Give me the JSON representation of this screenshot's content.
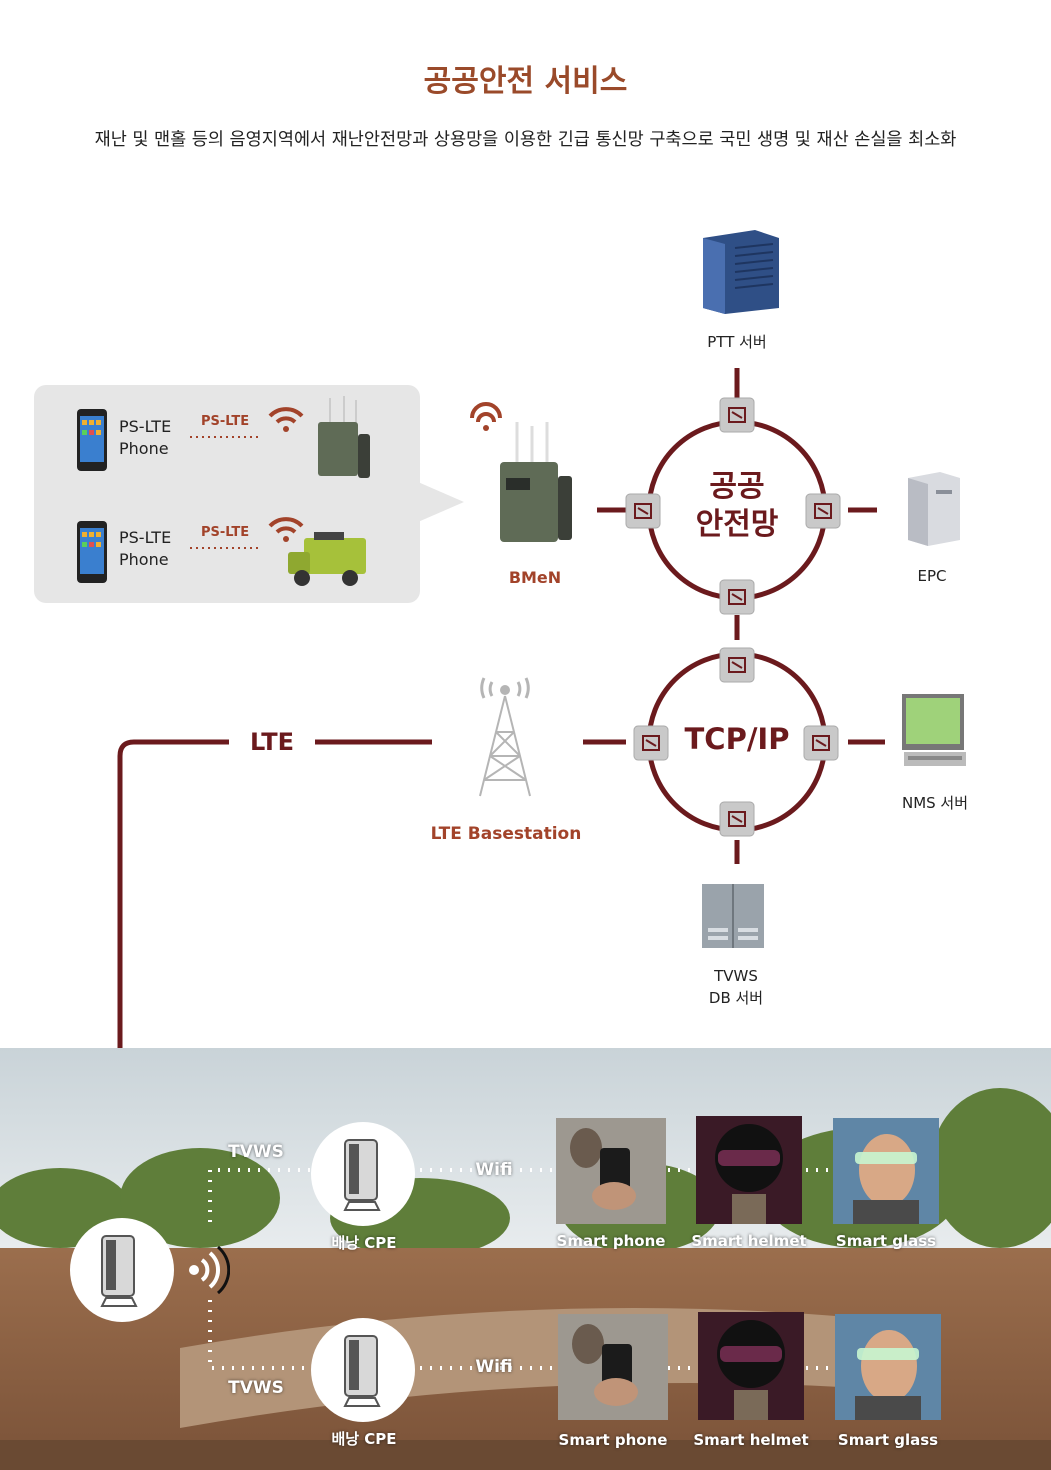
{
  "title": "공공안전 서비스",
  "subtitle": "재난 및 맨홀 등의 음영지역에서 재난안전망과 상용망을 이용한 긴급 통신망 구축으로 국민 생명 및 재산 손실을 최소화",
  "ptt_server": "PTT 서버",
  "epc": "EPC",
  "bmen": "BMeN",
  "ring_top_line1": "공공",
  "ring_top_line2": "안전망",
  "ring_bottom": "TCP/IP",
  "nms_server": "NMS 서버",
  "tvws_db_line1": "TVWS",
  "tvws_db_line2": "DB 서버",
  "lte": "LTE",
  "lte_basestation": "LTE Basestation",
  "panel": {
    "rows": [
      {
        "phone_line1": "PS-LTE",
        "phone_line2": "Phone",
        "link": "PS-LTE"
      },
      {
        "phone_line1": "PS-LTE",
        "phone_line2": "Phone",
        "link": "PS-LTE"
      }
    ]
  },
  "field": {
    "rows": [
      {
        "tvws": "TVWS",
        "cpe": "배낭 CPE",
        "wifi": "Wifi",
        "devices": [
          "Smart phone",
          "Smart helmet",
          "Smart glass"
        ]
      },
      {
        "tvws": "TVWS",
        "cpe": "배낭 CPE",
        "wifi": "Wifi",
        "devices": [
          "Smart phone",
          "Smart helmet",
          "Smart glass"
        ]
      }
    ]
  },
  "colors": {
    "accent": "#6b1a1d",
    "label_red": "#a2432a",
    "title": "#9a4a2a",
    "panel": "#e6e6e6",
    "server_blue": "#3a5f9e"
  }
}
